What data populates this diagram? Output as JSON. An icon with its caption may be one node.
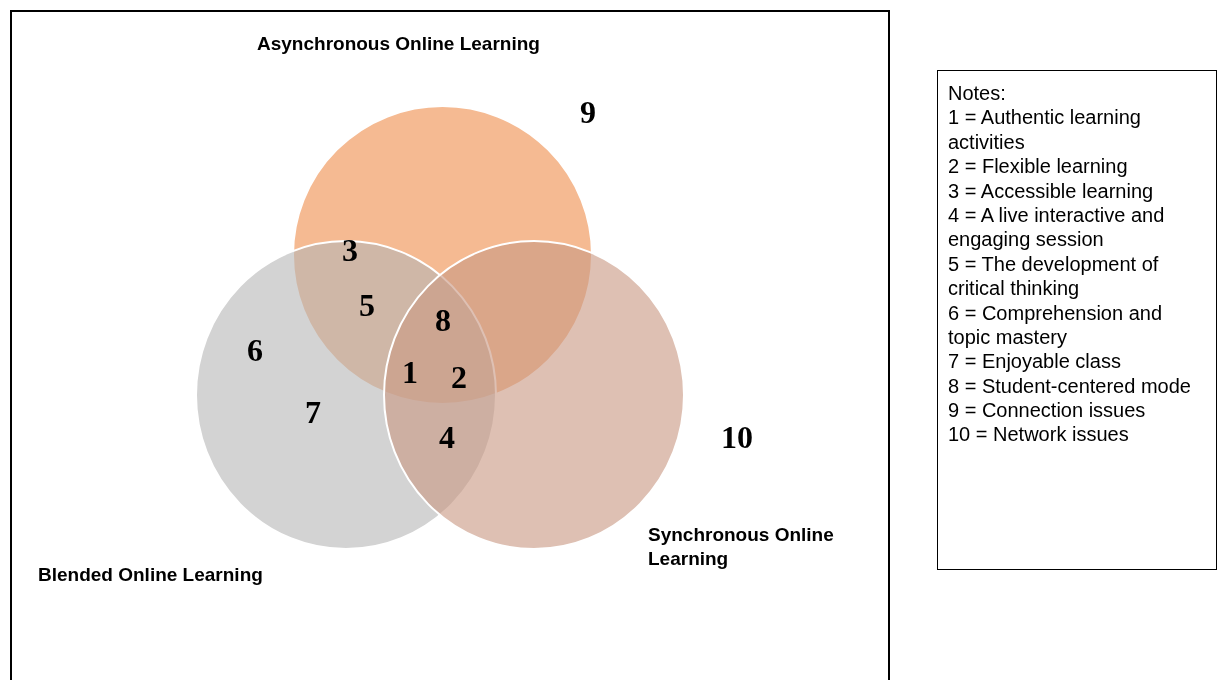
{
  "diagram": {
    "nodes": [
      {
        "text": [
          "Asynchronous Online Learning"
        ]
      },
      {
        "text": [
          "Blended Online Learning"
        ]
      },
      {
        "text": [
          "Synchronous Online Learning"
        ]
      },
      {
        "text": [
          "Notes:",
          "1 = Authentic learning activities",
          "2 = Flexible learning",
          "3 = Accessible learning",
          "4 = A live interactive and engaging session",
          "5 = The development of critical thinking",
          "6 = Comprehension and topic mastery",
          "7 = Enjoyable class",
          "8 = Student-centered mode",
          "9 = Connection issues",
          "10 = Network issues"
        ]
      }
    ],
    "edges": [],
    "labels": [
      "9",
      "3",
      "5",
      "8",
      "6",
      "1",
      "2",
      "7",
      "4",
      "10"
    ]
  }
}
